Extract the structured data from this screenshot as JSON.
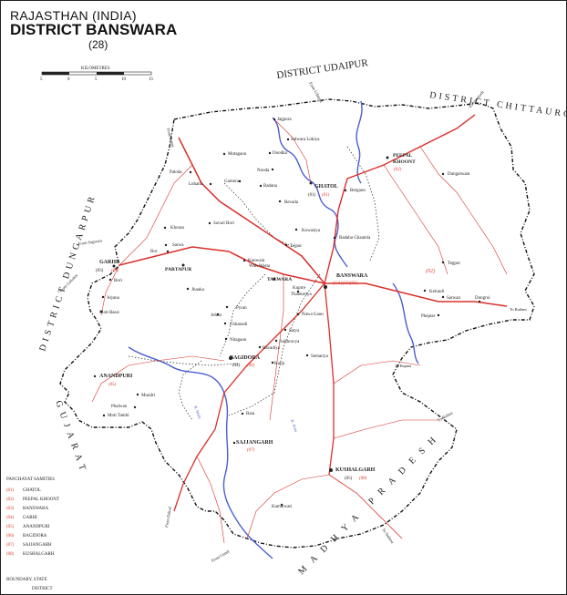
{
  "title": {
    "line1": "RAJASTHAN (INDIA)",
    "line2": "DISTRICT BANSWARA",
    "line3": "(28)"
  },
  "scale": {
    "label": "KILOMETRES",
    "ticks": [
      "5",
      "0",
      "5",
      "10",
      "15"
    ]
  },
  "neighbours": {
    "udaipur": "DISTRICT UDAIPUR",
    "chittaurgarh": "DISTRICT CHITTAURGARH",
    "dungarpur": "DISTRICT DUNGARPUR",
    "gujarat": "GUJARAT",
    "mp": "MADHYA PRADESH"
  },
  "places": {
    "jagpura": "Jagpura",
    "salwara": "Salwara Lokiya",
    "motagaon": "Motagaon",
    "doodka": "Doodka",
    "nooda": "Nooda",
    "gamora": "Gamora",
    "badana": "Badana",
    "ghatol": "GHATOL",
    "ghatol_code": "(01)",
    "ghatol_num": "(01)",
    "peepal": "PEEPAL",
    "khoont": "KHOONT",
    "peepal_code": "(02)",
    "dungalwani": "Dungalwani",
    "bergaon": "Bergaon",
    "paloda": "Paloda",
    "loharia": "Loharia",
    "bevada": "Bevada",
    "khoran": "Khoran",
    "savari": "Savari Bori",
    "kowasiya": "Kowasiya",
    "sarwa": "Sarwa",
    "kunwala": "Kunwala",
    "wasta": "With Wasta",
    "bor": "Bor",
    "tejpur": "Tejpur",
    "badaba": "Badaba Ghaatola",
    "garhi": "GARHI",
    "garhi_code": "(03)",
    "garhi_num": "(04)",
    "partapur": "PARTAPUR",
    "talwara": "TALWARA",
    "banswara": "BANSWARA",
    "banswara_code": "(UA)(03)(03)",
    "zone02": "(02)",
    "tegpur": "Tegpur",
    "kelundi": "Kelundi",
    "sarwan": "Sarwan",
    "dongroi": "Dongroi",
    "pheptar": "Pheptar",
    "bori": "Bori",
    "arjuna": "Arjuna",
    "kuprre": "Kuprre",
    "thankeriya": "Thankeriya",
    "motibassi": "Moti Bassi",
    "jhanka": "Jhanka",
    "pyran": "Pyran",
    "nawagaon": "Nawa Gaon",
    "johna": "Johna",
    "chhanodi": "Chhanodi",
    "satya": "Satya",
    "nitagaon": "Nitagaon",
    "bavadiya": "Bavadiya",
    "sukhravya": "Sukhravya",
    "bagidora": "BAGIDORA",
    "bagidora_code": "(04)",
    "bagidora_num": "(06)",
    "karja": "Karja",
    "semariya": "Semariya",
    "anandpuri": "ANANDPURI",
    "anandpuri_code": "(05)",
    "mundri": "Mundri",
    "phalwan": "Phalwan",
    "moti_tambi": "Moti Tambi",
    "raia": "Raia",
    "sajjangarh": "SAJJANGARH",
    "sajjangarh_code": "(07)",
    "kushalgarh": "KUSHALGARH",
    "kushalgarh_code": "(05)",
    "kushalgarh_num": "(08)",
    "kamarwari": "Kamarwari"
  },
  "roads": {
    "from_jaipur": "From Jaipur",
    "from_sagwara": "From Sagwara",
    "from_galiakot": "From Galiakot",
    "from_udaipur": "From Udaipur",
    "to_neemuch": "To Neemuch",
    "to_ratlam": "To Ratlam",
    "to_bajana": "To Bajana",
    "to_jhabua": "To Jhabua",
    "to_sailana": "To Sailana",
    "from_dahod": "From Dahod",
    "from_limdi": "From Limdi",
    "river_mahi": "R. Mahi",
    "river_anas": "R. Anas"
  },
  "legend": {
    "title": "PANCHAYAT SAMITIES",
    "rows": [
      {
        "code": "(01)",
        "name": "GHATOL"
      },
      {
        "code": "(02)",
        "name": "PEEPAL KHOONT"
      },
      {
        "code": "(03)",
        "name": "BANSWARA"
      },
      {
        "code": "(04)",
        "name": "GARHI"
      },
      {
        "code": "(05)",
        "name": "ANANDPURI"
      },
      {
        "code": "(06)",
        "name": "BAGIDORA"
      },
      {
        "code": "(07)",
        "name": "SAJJANGARH"
      },
      {
        "code": "(08)",
        "name": "KUSHALGARH"
      }
    ],
    "boundary_state": "BOUNDARY, STATE",
    "boundary_district": "DISTRICT"
  },
  "colors": {
    "road": "#d9302a",
    "river": "#4a5fd0",
    "boundary": "#111",
    "ink": "#222",
    "code": "#d83a2a"
  }
}
